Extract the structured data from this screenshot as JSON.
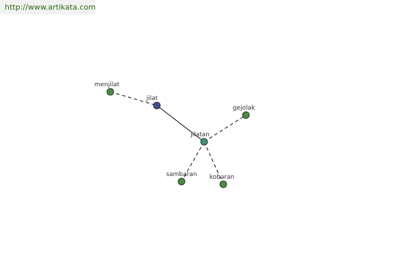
{
  "header": {
    "url": "http://www.artikata.com"
  },
  "graph": {
    "colors": {
      "center": "#3d4f8c",
      "hub": "#3f8f7d",
      "leaf": "#4c8a44",
      "edge": "#000000",
      "node_stroke": "#1f1f1f"
    },
    "nodes": [
      {
        "id": "jilat",
        "label": "jilat",
        "role": "center"
      },
      {
        "id": "menjilat",
        "label": "menjilat",
        "role": "leaf"
      },
      {
        "id": "jilatan",
        "label": "jilatan",
        "role": "hub"
      },
      {
        "id": "gejolak",
        "label": "gejolak",
        "role": "leaf"
      },
      {
        "id": "sambaran",
        "label": "sambaran",
        "role": "leaf"
      },
      {
        "id": "kobaran",
        "label": "kobaran",
        "role": "leaf"
      }
    ],
    "edges": [
      {
        "from": "menjilat",
        "to": "jilat",
        "style": "dashed"
      },
      {
        "from": "jilat",
        "to": "jilatan",
        "style": "solid"
      },
      {
        "from": "jilatan",
        "to": "gejolak",
        "style": "dashed"
      },
      {
        "from": "jilatan",
        "to": "sambaran",
        "style": "dashed"
      },
      {
        "from": "jilatan",
        "to": "kobaran",
        "style": "dashed"
      }
    ]
  }
}
